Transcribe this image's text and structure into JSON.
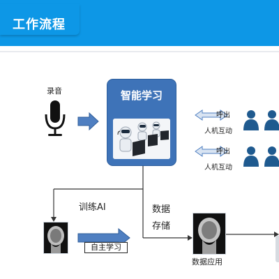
{
  "header": {
    "title": "工作流程"
  },
  "diagram": {
    "recording_label": "录音",
    "learning_title": "智能学习",
    "call_label_1": "呼出",
    "interaction_label_1": "人机互动",
    "call_label_2": "呼出",
    "interaction_label_2": "人机互动",
    "train_label": "训练AI",
    "storage_label_1": "数据",
    "storage_label_2": "存储",
    "self_learn_label": "自主学习",
    "data_apply_label": "数据应用"
  },
  "colors": {
    "header_blue": "#0d97e6",
    "box_blue": "#3e73b8",
    "arrow_blue": "#4f7fc1",
    "person_blue": "#1f5a8f"
  },
  "icons": [
    "microphone-icon",
    "robot-icon",
    "person-icon",
    "brain-scan-icon"
  ]
}
